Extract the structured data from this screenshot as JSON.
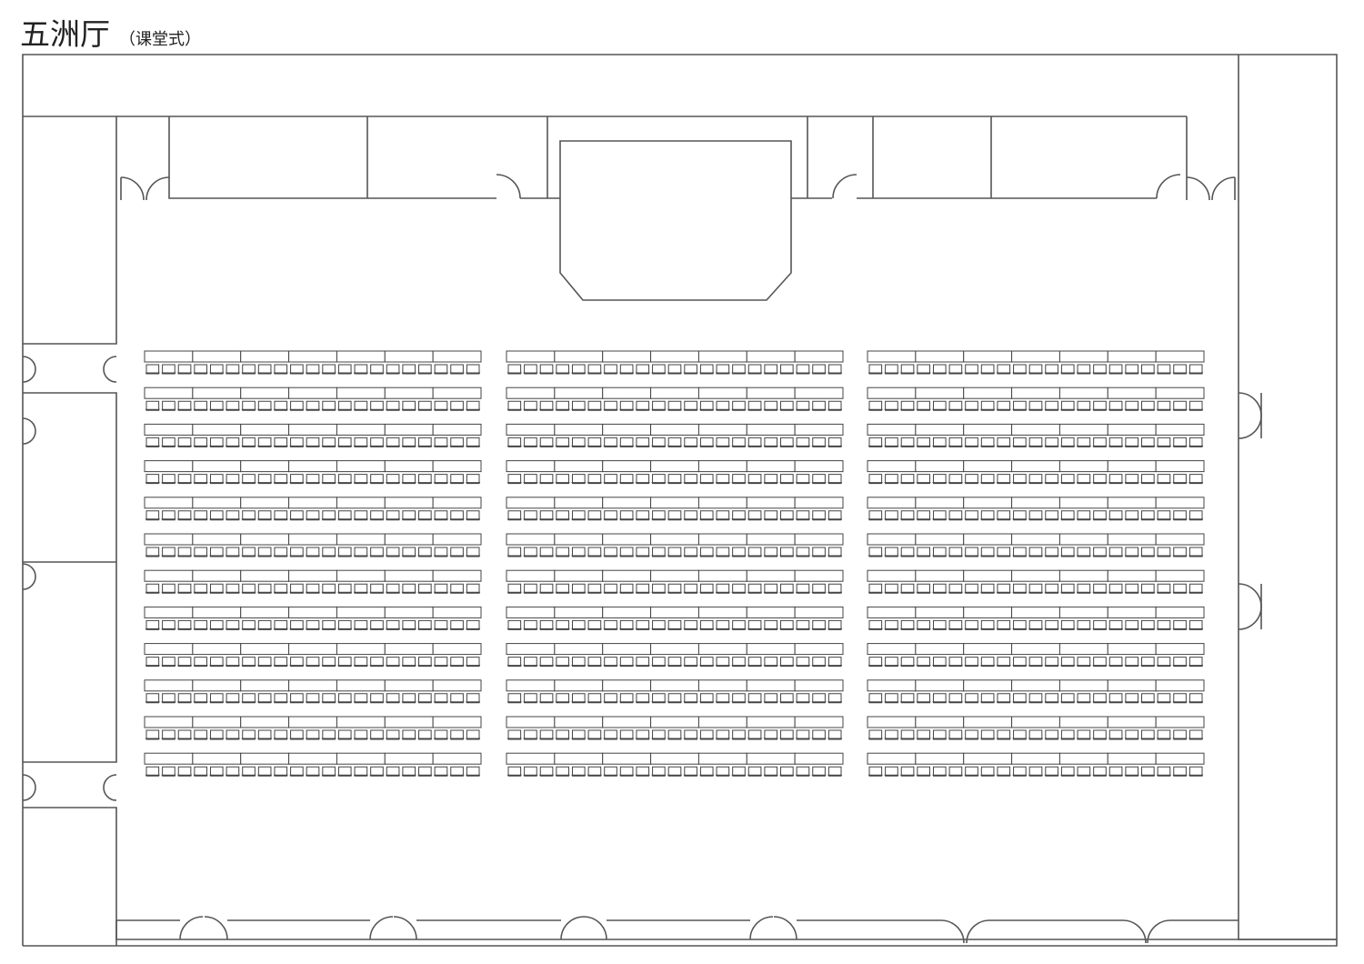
{
  "title": "五洲厅",
  "subtitle": "（课堂式）",
  "layout": {
    "blocks": 3,
    "rows_per_block": 12,
    "tables_per_row": 7,
    "chairs_per_table": 3
  },
  "colors": {
    "line": "#555555",
    "background": "#ffffff"
  }
}
